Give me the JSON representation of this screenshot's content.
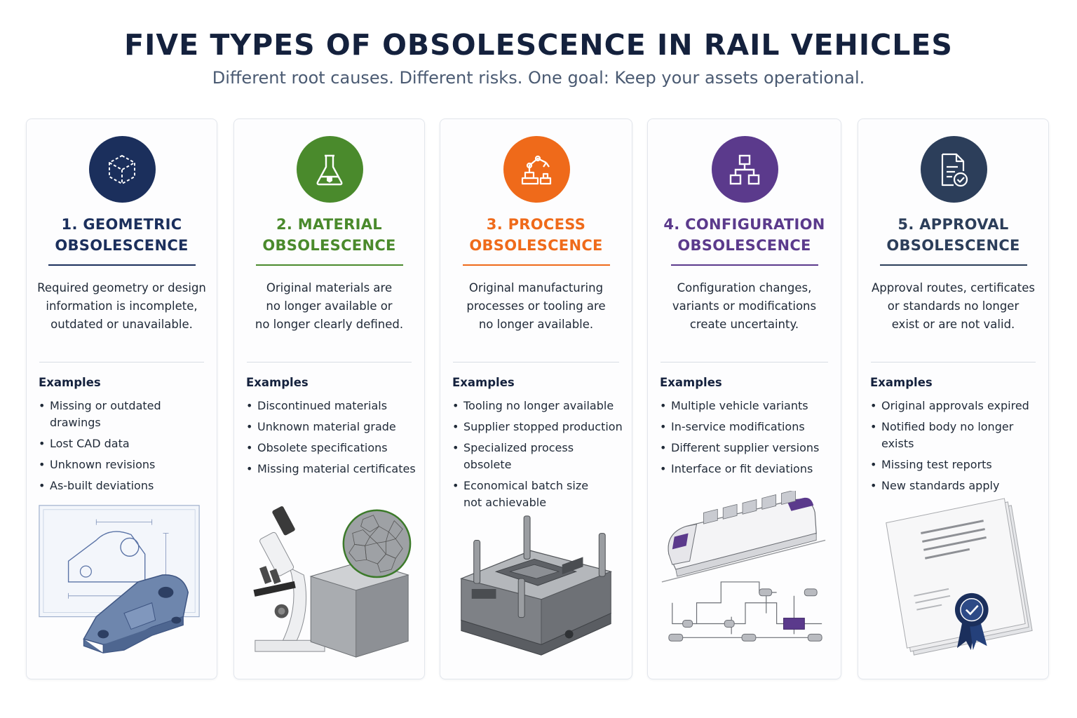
{
  "header": {
    "title": "FIVE TYPES OF OBSOLESCENCE IN RAIL VEHICLES",
    "subtitle": "Different root causes. Different risks. One goal: Keep your assets operational."
  },
  "examples_heading": "Examples",
  "cards": [
    {
      "title_line1": "1. GEOMETRIC",
      "title_line2": "OBSOLESCENCE",
      "color": "#1b2f5c",
      "icon": "cube-icon",
      "desc": [
        "Required geometry or design",
        "information is incomplete,",
        "outdated or unavailable."
      ],
      "examples": [
        "Missing or outdated drawings",
        "Lost CAD data",
        "Unknown revisions",
        "As-built deviations"
      ],
      "illustration": "technical-drawing-with-part"
    },
    {
      "title_line1": "2. MATERIAL",
      "title_line2": "OBSOLESCENCE",
      "color": "#4a8a2c",
      "icon": "flask-icon",
      "desc": [
        "Original materials are",
        "no longer available or",
        "no longer clearly defined."
      ],
      "examples": [
        "Discontinued materials",
        "Unknown material grade",
        "Obsolete specifications",
        "Missing material certificates"
      ],
      "illustration": "microscope-and-metal-block"
    },
    {
      "title_line1": "3. PROCESS",
      "title_line2": "OBSOLESCENCE",
      "color": "#ef6a1a",
      "icon": "robot-arm-icon",
      "desc": [
        "Original manufacturing",
        "processes or tooling are",
        "no longer available."
      ],
      "examples": [
        "Tooling no longer available",
        "Supplier stopped production",
        "Specialized process obsolete",
        "Economical batch size|not achievable"
      ],
      "illustration": "mould-tool"
    },
    {
      "title_line1": "4. CONFIGURATION",
      "title_line2": "OBSOLESCENCE",
      "color": "#5b3a8c",
      "icon": "hierarchy-icon",
      "desc": [
        "Configuration changes,",
        "variants or modifications",
        "create uncertainty."
      ],
      "examples": [
        "Multiple vehicle variants",
        "In-service modifications",
        "Different supplier versions",
        "Interface or fit deviations"
      ],
      "illustration": "train-and-schematic"
    },
    {
      "title_line1": "5. APPROVAL",
      "title_line2": "OBSOLESCENCE",
      "color": "#2c3e5a",
      "icon": "document-check-icon",
      "desc": [
        "Approval routes, certificates",
        "or standards no longer",
        "exist or are not valid."
      ],
      "examples": [
        "Original approvals expired",
        "Notified body no longer exists",
        "Missing test reports",
        "New standards apply"
      ],
      "illustration": "certificate-with-seal"
    }
  ]
}
